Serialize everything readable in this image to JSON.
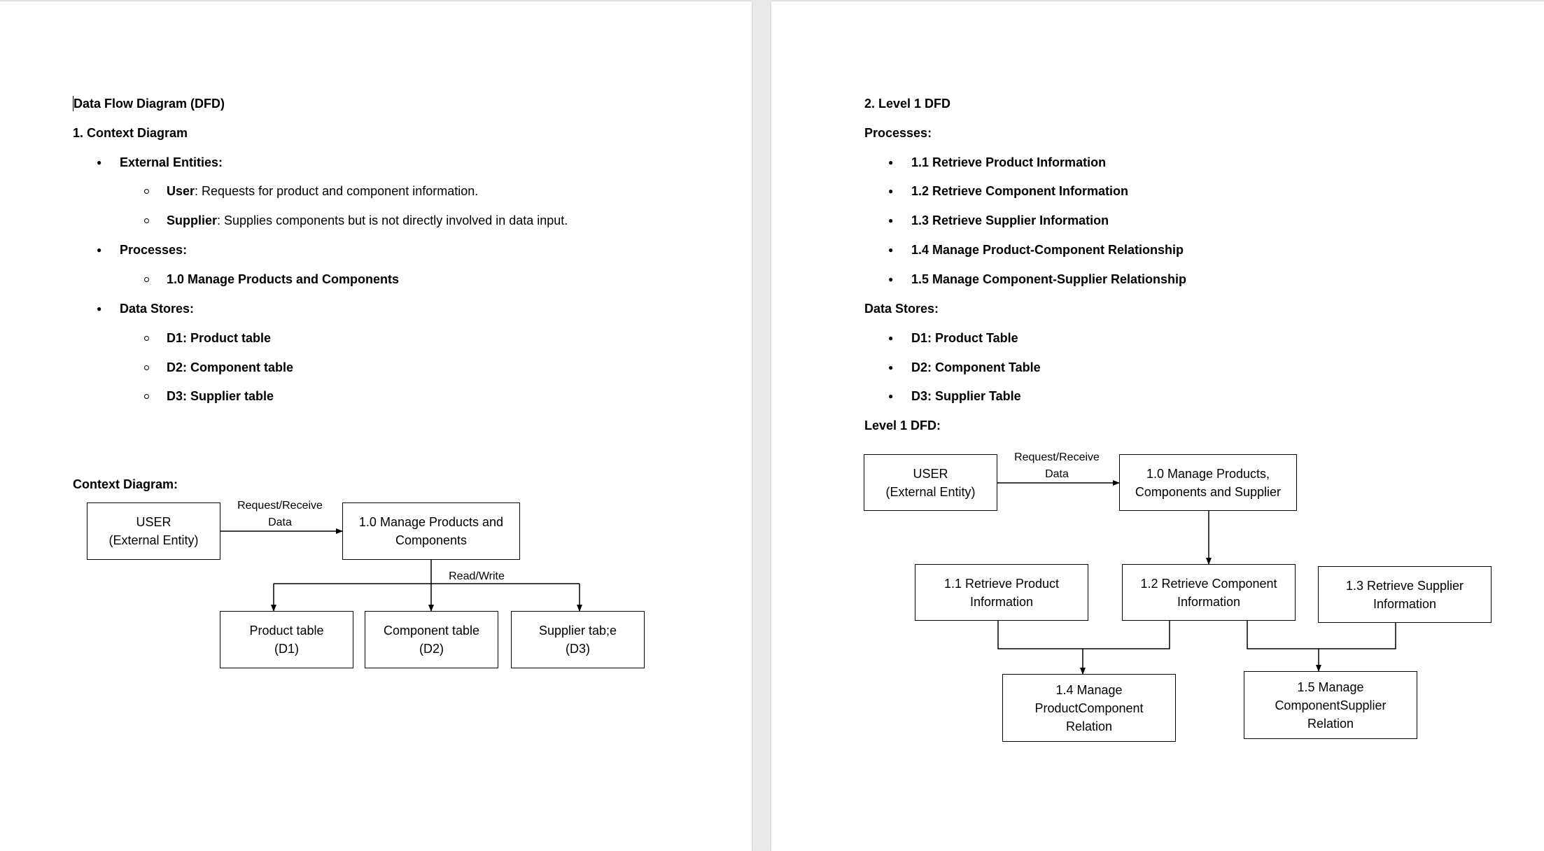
{
  "left": {
    "doc_title": "Data Flow Diagram (DFD)",
    "section_context": "1. Context Diagram",
    "external_entities_label": "External Entities:",
    "entity_user_name": "User",
    "entity_user_desc": ": Requests for product and component information.",
    "entity_supplier_name": "Supplier",
    "entity_supplier_desc": ": Supplies components but is not directly involved in data input.",
    "processes_label": "Processes:",
    "process_1": "1.0 Manage Products and Components",
    "data_stores_label": "Data Stores:",
    "stores": [
      "D1: Product table",
      "D2: Component table",
      "D3: Supplier table"
    ],
    "context_diagram_label": "Context Diagram:",
    "diagram": {
      "user_box": "USER\n(External Entity)",
      "flow_label": "Request/Receive\nData",
      "process_box": "1.0 Manage Products and\nComponents",
      "rw_label": "Read/Write",
      "store_boxes": [
        "Product table\n(D1)",
        "Component table\n(D2)",
        "Supplier tab;e\n(D3)"
      ]
    }
  },
  "right": {
    "section_level1": "2. Level 1 DFD",
    "processes_label": "Processes:",
    "processes": [
      "1.1 Retrieve Product Information",
      "1.2 Retrieve Component Information",
      "1.3 Retrieve Supplier Information",
      "1.4 Manage Product-Component Relationship",
      "1.5 Manage Component-Supplier Relationship"
    ],
    "data_stores_label": "Data Stores:",
    "stores": [
      "D1: Product Table",
      "D2: Component Table",
      "D3: Supplier Table"
    ],
    "level1_label": "Level 1 DFD:",
    "diagram": {
      "user_box": "USER\n(External Entity)",
      "flow_label": "Request/Receive\nData",
      "main_box": "1.0 Manage Products,\nComponents and Supplier",
      "box_11": "1.1 Retrieve Product\nInformation",
      "box_12": "1.2 Retrieve Component\nInformation",
      "box_13": "1.3 Retrieve Supplier\nInformation",
      "box_14": "1.4 Manage\nProductComponent\nRelation",
      "box_15": "1.5 Manage\nComponentSupplier\nRelation"
    }
  }
}
